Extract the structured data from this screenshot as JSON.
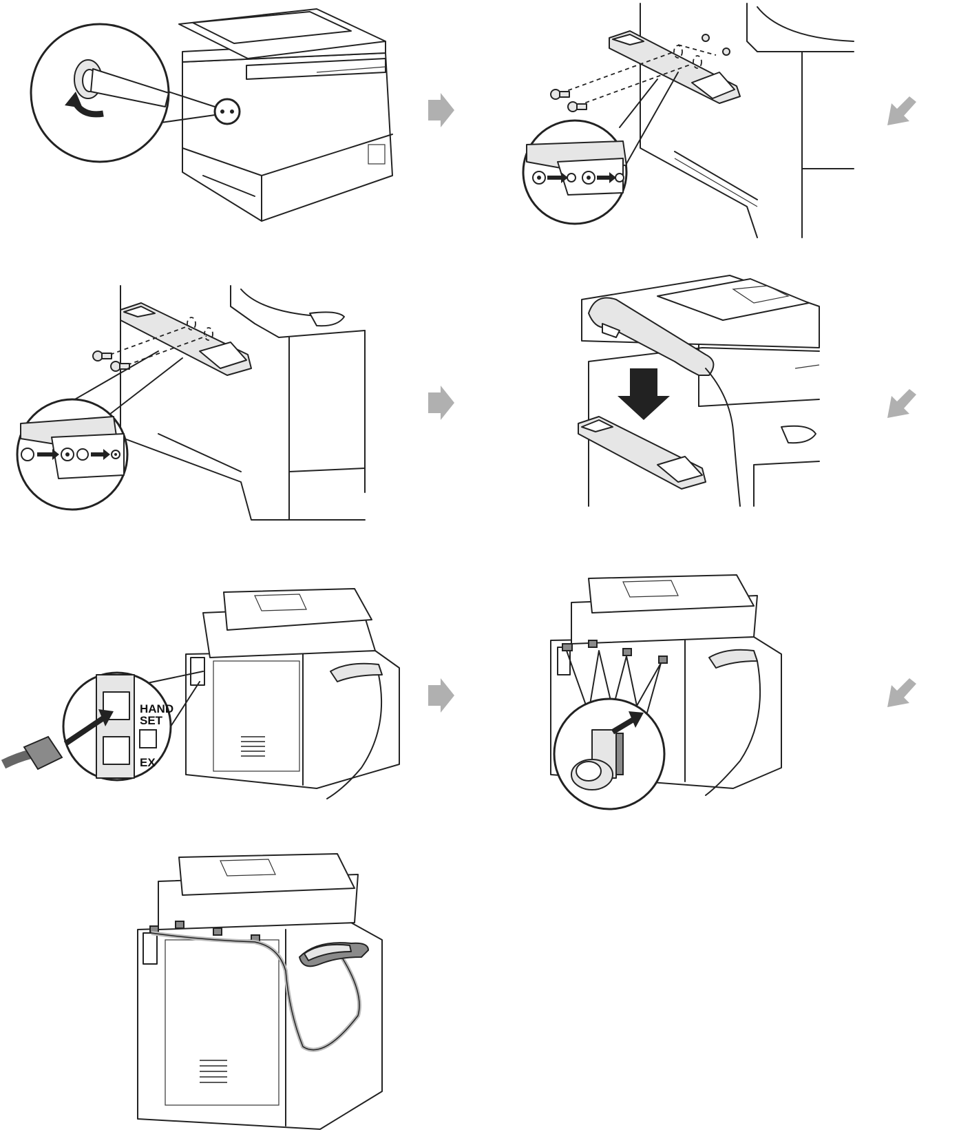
{
  "colors": {
    "line": "#222222",
    "shade": "#e6e6e6",
    "arrow": "#b0b0b0",
    "background": "#ffffff"
  },
  "port_labels": {
    "handset_line1": "HAND",
    "handset_line2": "SET",
    "ext_line1": "EX"
  },
  "icons": [
    "rotate-arrow-icon",
    "push-arrow-icon",
    "down-arrow-icon",
    "next-step-arrow-icon",
    "handset-icon",
    "phone-glyph-icon"
  ],
  "steps": [
    {
      "id": "remove-cap"
    },
    {
      "id": "insert-screws"
    },
    {
      "id": "attach-cradle"
    },
    {
      "id": "place-handset"
    },
    {
      "id": "connect-cable"
    },
    {
      "id": "attach-clamps"
    },
    {
      "id": "route-cord"
    }
  ]
}
